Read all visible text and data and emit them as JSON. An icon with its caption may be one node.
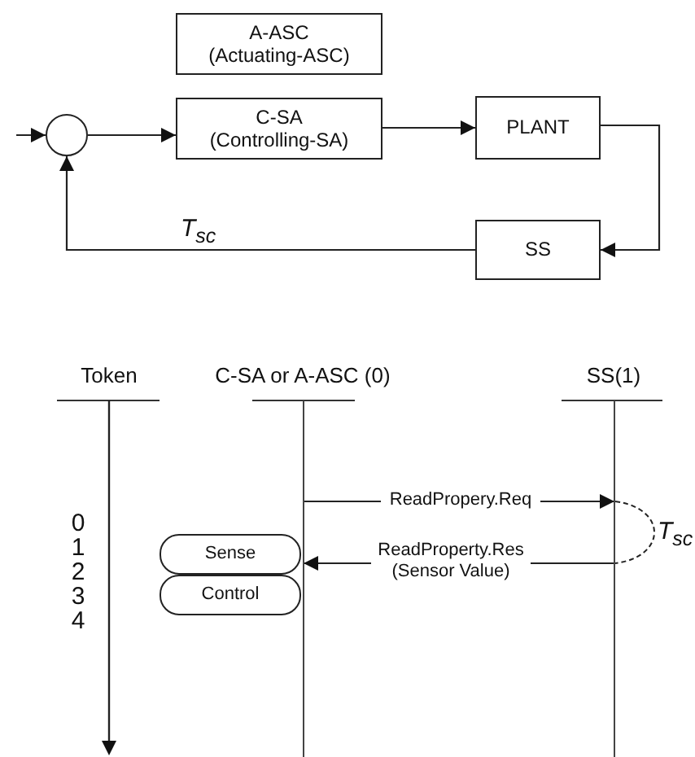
{
  "diagram": {
    "nodes": [
      {
        "text": [
          "A-ASC (Actuating-ASC)"
        ]
      },
      {
        "text": [],
        "shape": "circle"
      },
      {
        "text": [
          "C-SA (Controlling-SA)"
        ]
      },
      {
        "text": [
          "PLANT"
        ]
      },
      {
        "text": [
          "SS"
        ]
      },
      {
        "text": [],
        "shape": "bar"
      },
      {
        "text": [],
        "shape": "bar"
      },
      {
        "text": [
          "Sense"
        ]
      },
      {
        "text": [
          "Control"
        ]
      }
    ],
    "edges": [
      {
        "from": null,
        "to": 1,
        "arrow": "to"
      },
      {
        "from": 1,
        "to": 2,
        "arrow": "to"
      },
      {
        "from": 2,
        "to": 3,
        "arrow": "to"
      },
      {
        "from": 3,
        "to": 4,
        "arrow": "to"
      },
      {
        "from": 4,
        "to": 1,
        "arrow": "to",
        "label": "T$_{sc}$"
      },
      {
        "from": 5,
        "to": 6,
        "arrow": "to",
        "label": "ReadPropery.Req"
      },
      {
        "from": 6,
        "to": 5,
        "arrow": "to",
        "label": "ReadProperty.Res (Sensor Value)"
      }
    ],
    "labels": [
      "Token",
      "C-SA or A-ASC (0)",
      "SS(1)",
      "0",
      "1",
      "2",
      "3",
      "4",
      "T$_{sc}$"
    ]
  }
}
